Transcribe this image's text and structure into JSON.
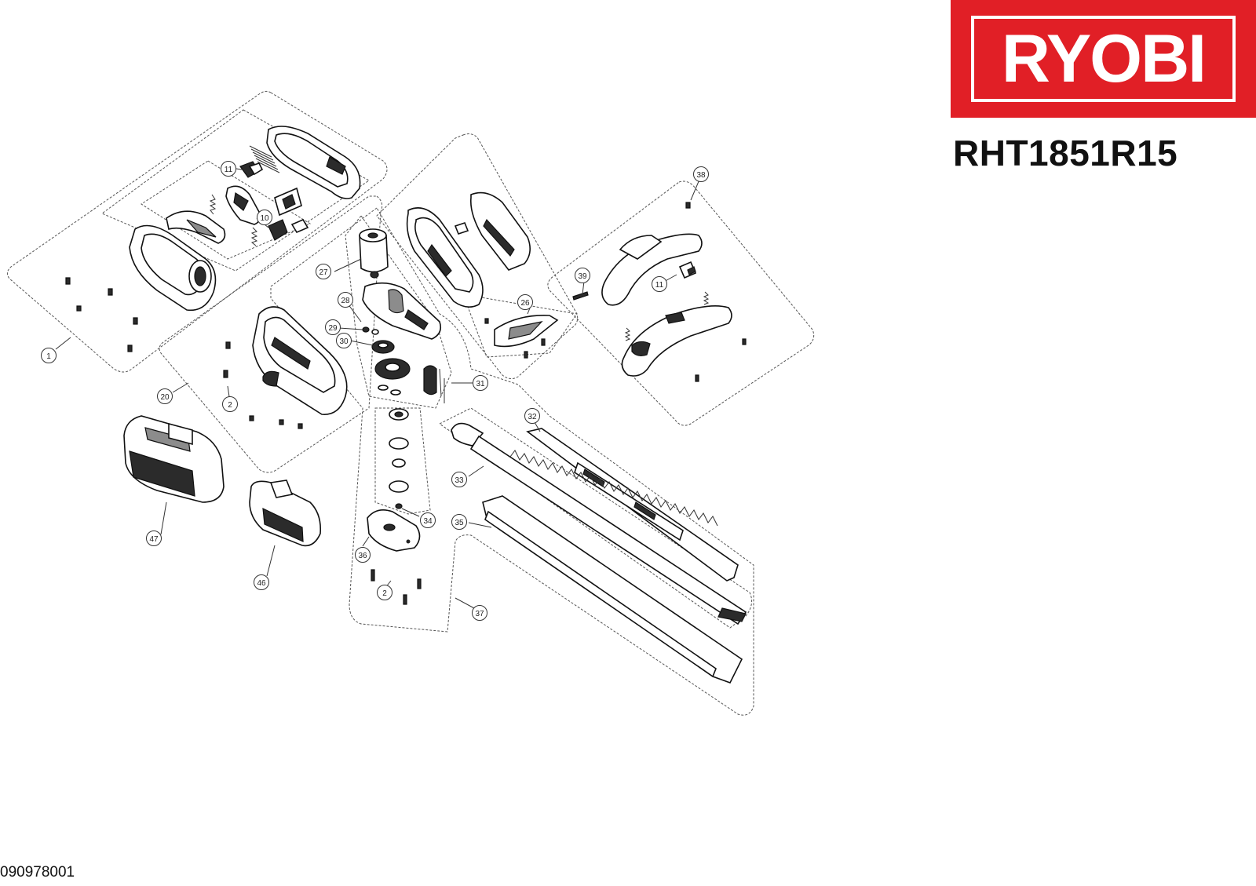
{
  "brand": {
    "logo_text": "RYOBI",
    "color": "#e11f26"
  },
  "model": "RHT1851R15",
  "document_number": "090978001",
  "callouts": [
    {
      "id": "c-1",
      "label": "1"
    },
    {
      "id": "c-11a",
      "label": "11"
    },
    {
      "id": "c-10",
      "label": "10"
    },
    {
      "id": "c-20",
      "label": "20"
    },
    {
      "id": "c-2a",
      "label": "2"
    },
    {
      "id": "c-27",
      "label": "27"
    },
    {
      "id": "c-28",
      "label": "28"
    },
    {
      "id": "c-29",
      "label": "29"
    },
    {
      "id": "c-30",
      "label": "30"
    },
    {
      "id": "c-31",
      "label": "31"
    },
    {
      "id": "c-26",
      "label": "26"
    },
    {
      "id": "c-38",
      "label": "38"
    },
    {
      "id": "c-39",
      "label": "39"
    },
    {
      "id": "c-11b",
      "label": "11"
    },
    {
      "id": "c-32",
      "label": "32"
    },
    {
      "id": "c-33",
      "label": "33"
    },
    {
      "id": "c-34",
      "label": "34"
    },
    {
      "id": "c-35",
      "label": "35"
    },
    {
      "id": "c-36",
      "label": "36"
    },
    {
      "id": "c-2b",
      "label": "2"
    },
    {
      "id": "c-37",
      "label": "37"
    },
    {
      "id": "c-47",
      "label": "47"
    },
    {
      "id": "c-46",
      "label": "46"
    }
  ]
}
